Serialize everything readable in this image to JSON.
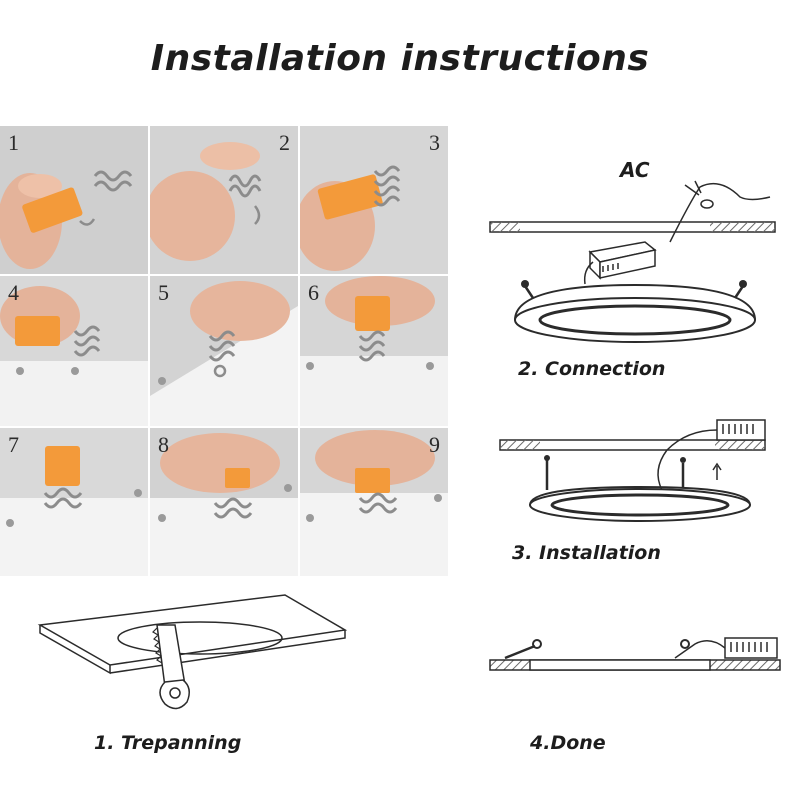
{
  "title": "Installation instructions",
  "photo_steps": [
    {
      "number": "1"
    },
    {
      "number": "2"
    },
    {
      "number": "3"
    },
    {
      "number": "4"
    },
    {
      "number": "5"
    },
    {
      "number": "6"
    },
    {
      "number": "7"
    },
    {
      "number": "8"
    },
    {
      "number": "9"
    }
  ],
  "ac_label": "AC",
  "steps": {
    "trepanning": "1. Trepanning",
    "connection": "2. Connection",
    "installation": "3. Installation",
    "done": "4.Done"
  },
  "colors": {
    "clip_orange": "#f39a3a",
    "spring_steel": "#9a9a9a",
    "skin": "#e8b89f",
    "panel_white": "#f4f4f4",
    "line": "#2b2b2b"
  }
}
